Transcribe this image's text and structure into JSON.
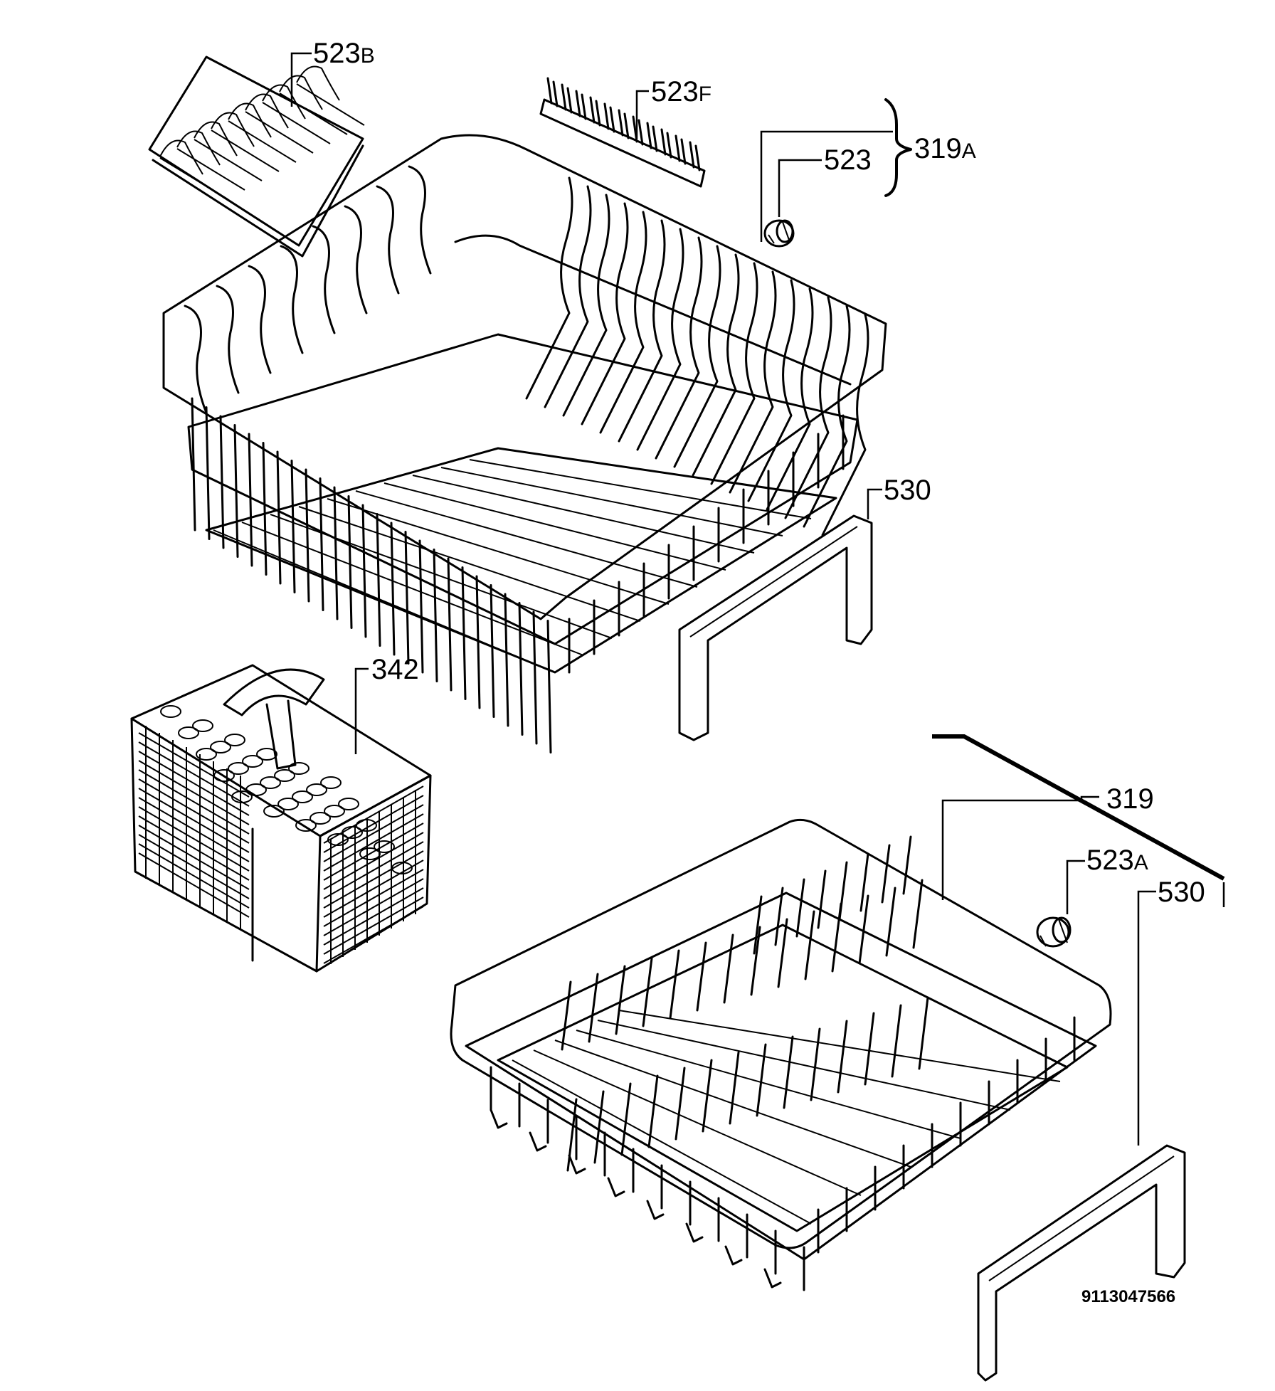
{
  "callouts": {
    "upper_tine_rack": "523",
    "upper_tine_rack_suffix": "B",
    "fold_tine_strip": "523",
    "fold_tine_strip_suffix": "F",
    "upper_basket_kit": "319",
    "upper_basket_kit_suffix": "A",
    "upper_wheel": "523",
    "upper_rail_cover": "530",
    "cutlery_basket": "342",
    "lower_basket": "319",
    "lower_wheel": "523",
    "lower_wheel_suffix": "A",
    "lower_rail_cover": "530"
  },
  "drawing_code": "9113047566"
}
